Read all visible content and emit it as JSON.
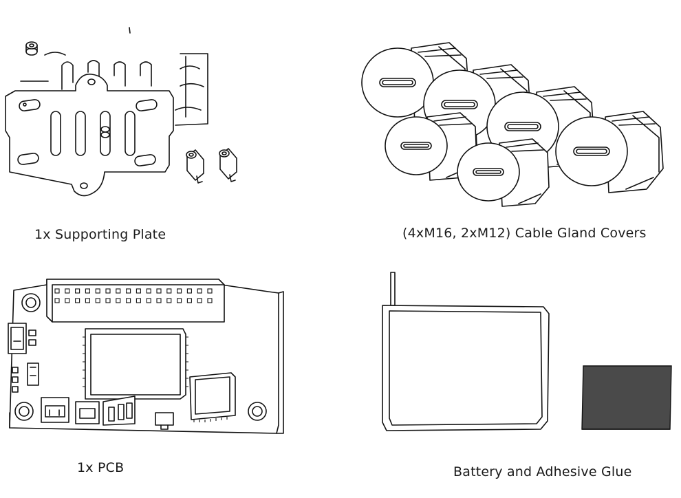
{
  "parts": [
    {
      "id": "supporting-plate",
      "caption": "1x Supporting Plate"
    },
    {
      "id": "cable-gland-covers",
      "caption": "(4xM16, 2xM12) Cable Gland Covers"
    },
    {
      "id": "pcb",
      "caption": "1x PCB"
    },
    {
      "id": "battery-glue",
      "caption": "Battery and Adhesive Glue"
    }
  ],
  "colors": {
    "line": "#111111",
    "glue_pad": "#4a4a4a",
    "background": "#ffffff"
  }
}
